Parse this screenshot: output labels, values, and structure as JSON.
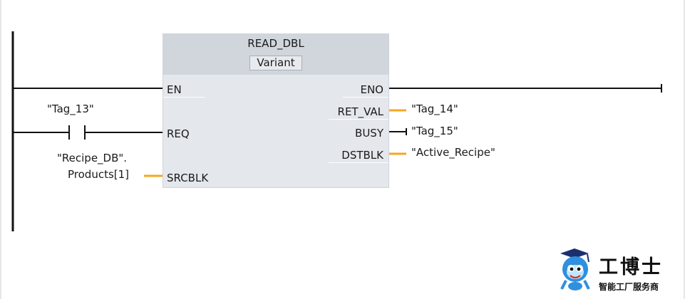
{
  "block": {
    "name": "READ_DBL",
    "type_label": "Variant",
    "inputs": [
      "EN",
      "REQ",
      "SRCBLK"
    ],
    "outputs": [
      "ENO",
      "RET_VAL",
      "BUSY",
      "DSTBLK"
    ]
  },
  "operands": {
    "contact_tag": "\"Tag_13\"",
    "srcblk_line1": "\"Recipe_DB\".",
    "srcblk_line2": "Products[1]",
    "ret_val_tag": "\"Tag_14\"",
    "busy_tag": "\"Tag_15\"",
    "dstblk_tag": "\"Active_Recipe\""
  },
  "logo": {
    "title": "工博士",
    "subtitle": "智能工厂服务商"
  },
  "colors": {
    "wire": "#111111",
    "variant_wire": "#f5a623",
    "block_body": "#e4e7ec",
    "block_header": "#d1d6dd"
  }
}
